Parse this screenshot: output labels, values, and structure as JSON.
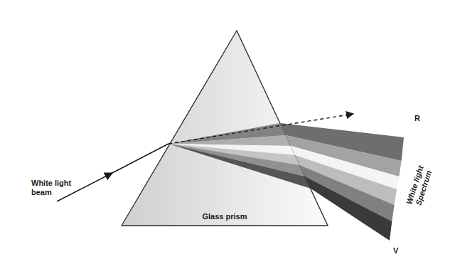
{
  "diagram": {
    "nodes": [
      {
        "text": [
          "Glass prism"
        ]
      }
    ],
    "labels": [
      "White light beam",
      "R",
      "White light Spectrum",
      "V"
    ]
  }
}
